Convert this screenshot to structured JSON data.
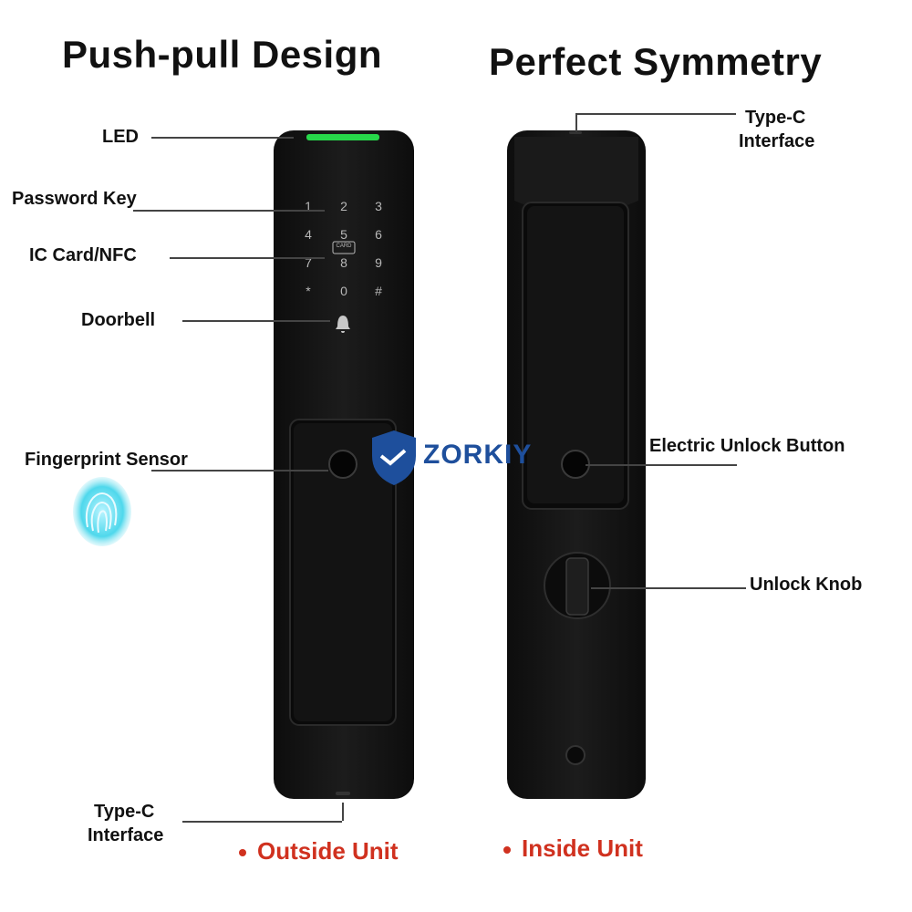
{
  "headings": {
    "left": "Push-pull Design",
    "right": "Perfect Symmetry"
  },
  "callouts": {
    "led": "LED",
    "password_key": "Password Key",
    "ic_card": "IC Card/NFC",
    "doorbell": "Doorbell",
    "fingerprint_sensor": "Fingerprint Sensor",
    "type_c_bottom_line1": "Type-C",
    "type_c_bottom_line2": "Interface",
    "type_c_top_line1": "Type-C",
    "type_c_top_line2": "Interface",
    "electric_unlock_button": "Electric Unlock Button",
    "unlock_knob": "Unlock Knob"
  },
  "captions": {
    "outside": "Outside Unit",
    "inside": "Inside Unit"
  },
  "keypad": {
    "keys": [
      "1",
      "2",
      "3",
      "4",
      "5",
      "6",
      "7",
      "8",
      "9",
      "*",
      "0",
      "#"
    ],
    "card_label": "CARD"
  },
  "brand": {
    "name": "ZORKIY"
  },
  "colors": {
    "led_green": "#27d84a",
    "caption_red": "#d0311f",
    "brand_blue": "#1e4f9c",
    "lock_body": "#151515"
  }
}
